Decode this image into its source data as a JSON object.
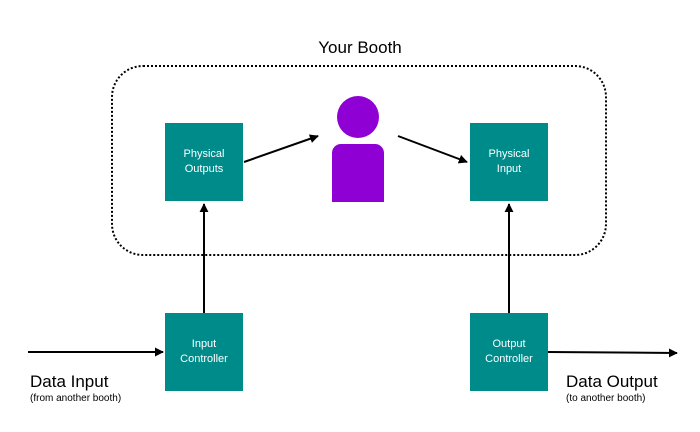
{
  "booth": {
    "title": "Your Booth"
  },
  "nodes": {
    "physical_outputs": [
      "Physical",
      "Outputs"
    ],
    "physical_input": [
      "Physical",
      "Input"
    ],
    "input_controller": [
      "Input",
      "Controller"
    ],
    "output_controller": [
      "Output",
      "Controller"
    ]
  },
  "person": {
    "icon": "person-icon",
    "color": "#8e00d4"
  },
  "data_input": {
    "label": "Data Input",
    "sublabel": "(from another booth)"
  },
  "data_output": {
    "label": "Data Output",
    "sublabel": "(to another booth)"
  },
  "colors": {
    "box": "#008b8b",
    "box_text": "#ffffff",
    "person": "#8e00d4"
  }
}
